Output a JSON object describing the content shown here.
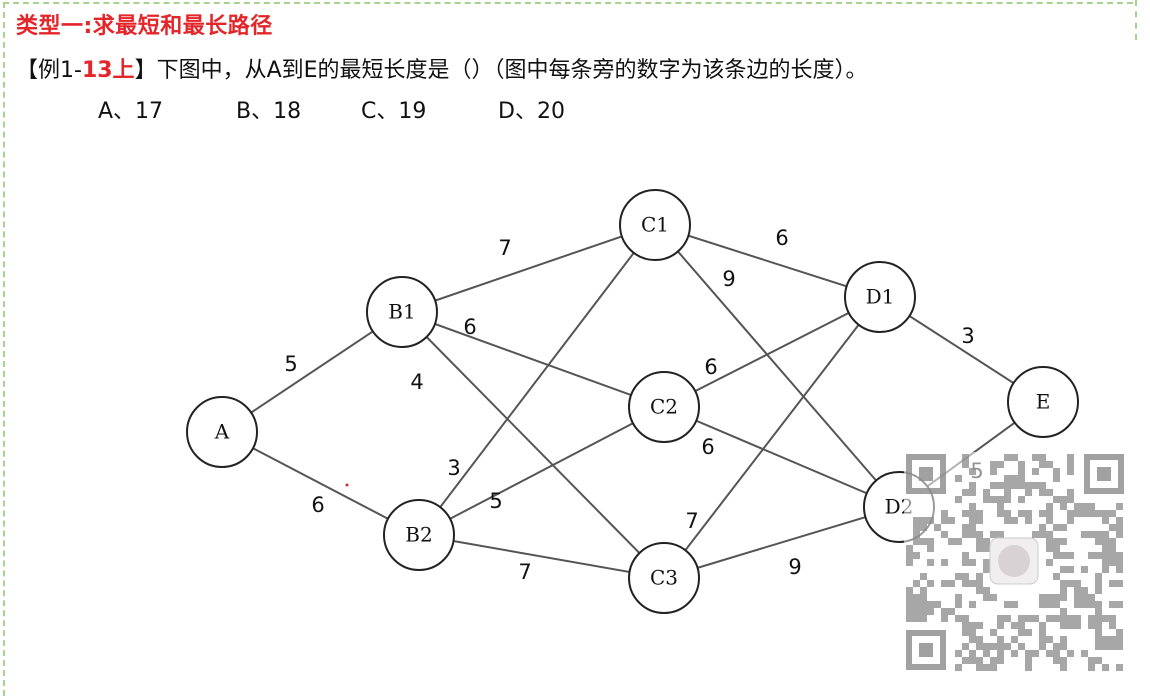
{
  "heading": "类型一:求最短和最长路径",
  "question": {
    "prefix": "【例1-",
    "highlight": "13上",
    "suffix": "】下图中，从A到E的最短长度是（）（图中每条旁的数字为该条边的长度）。"
  },
  "options": [
    "A、17",
    "B、18",
    "C、19",
    "D、20"
  ],
  "graph": {
    "nodes": [
      {
        "id": "A",
        "label": "A"
      },
      {
        "id": "B1",
        "label": "B1"
      },
      {
        "id": "B2",
        "label": "B2"
      },
      {
        "id": "C1",
        "label": "C1"
      },
      {
        "id": "C2",
        "label": "C2"
      },
      {
        "id": "C3",
        "label": "C3"
      },
      {
        "id": "D1",
        "label": "D1"
      },
      {
        "id": "D2",
        "label": "D2"
      },
      {
        "id": "E",
        "label": "E"
      }
    ],
    "edges": [
      {
        "from": "A",
        "to": "B1",
        "weight": "5"
      },
      {
        "from": "A",
        "to": "B2",
        "weight": "6"
      },
      {
        "from": "B1",
        "to": "C1",
        "weight": "7"
      },
      {
        "from": "B1",
        "to": "C2",
        "weight": "6"
      },
      {
        "from": "B1",
        "to": "C3",
        "weight": "4"
      },
      {
        "from": "B2",
        "to": "C1",
        "weight": "3"
      },
      {
        "from": "B2",
        "to": "C2",
        "weight": "5"
      },
      {
        "from": "B2",
        "to": "C3",
        "weight": "7"
      },
      {
        "from": "C1",
        "to": "D1",
        "weight": "6"
      },
      {
        "from": "C1",
        "to": "D2",
        "weight": "9"
      },
      {
        "from": "C2",
        "to": "D1",
        "weight": "6"
      },
      {
        "from": "C2",
        "to": "D2",
        "weight": "6"
      },
      {
        "from": "C3",
        "to": "D1",
        "weight": "7"
      },
      {
        "from": "C3",
        "to": "D2",
        "weight": "9"
      },
      {
        "from": "D1",
        "to": "E",
        "weight": "3"
      },
      {
        "from": "D2",
        "to": "E",
        "weight": "5"
      }
    ]
  },
  "qr_code": {
    "icon": "qr-code-icon"
  },
  "colors": {
    "heading": "#e3262a",
    "highlight": "#e3262a",
    "border": "#a6d38d"
  }
}
